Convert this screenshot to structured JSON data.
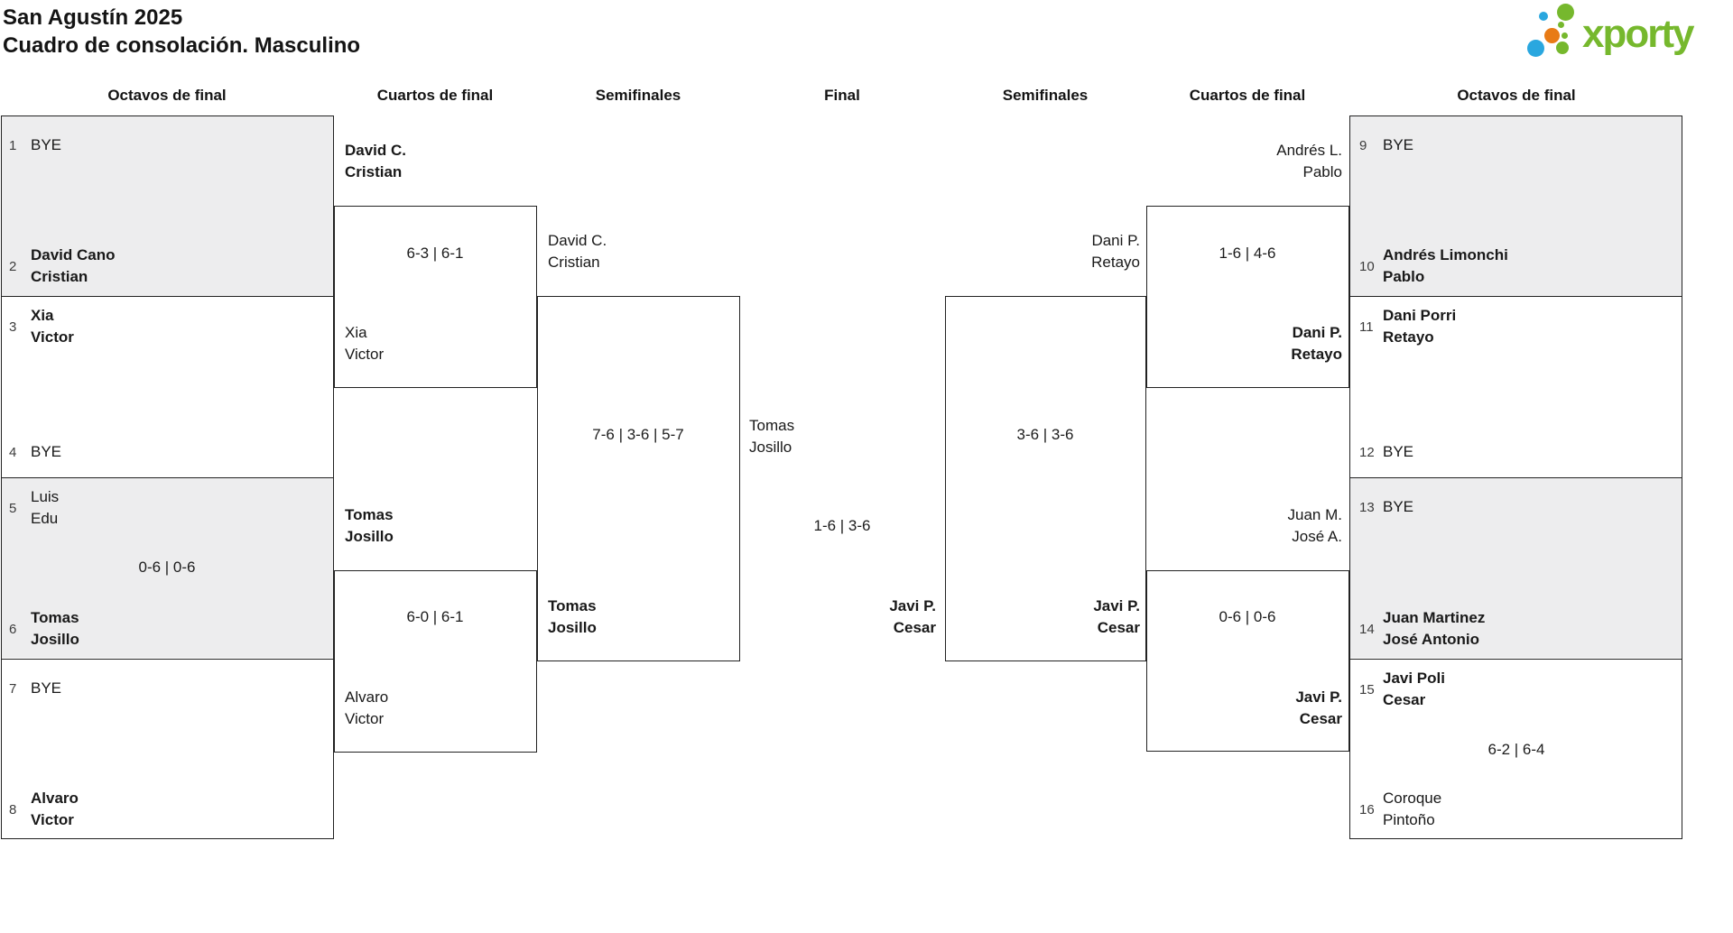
{
  "title": {
    "line1": "San Agustín 2025",
    "line2": "Cuadro de consolación. Masculino"
  },
  "logo": {
    "text": "xporty"
  },
  "colors": {
    "brand_green": "#76b82d",
    "brand_blue": "#2aa7df",
    "brand_orange": "#e87b16",
    "row_shade": "#ededee",
    "line": "#222222",
    "text": "#191919"
  },
  "columns": [
    "Octavos de final",
    "Cuartos de final",
    "Semifinales",
    "Final",
    "Semifinales",
    "Cuartos de final",
    "Octavos de final"
  ],
  "seeds": {
    "s1": {
      "num": "1",
      "n1": "BYE"
    },
    "s2": {
      "num": "2",
      "n1": "David Cano",
      "n2": "Cristian"
    },
    "s3": {
      "num": "3",
      "n1": "Xia",
      "n2": "Victor"
    },
    "s4": {
      "num": "4",
      "n1": "BYE"
    },
    "s5": {
      "num": "5",
      "n1": "Luis",
      "n2": "Edu"
    },
    "s6": {
      "num": "6",
      "n1": "Tomas",
      "n2": "Josillo"
    },
    "s7": {
      "num": "7",
      "n1": "BYE"
    },
    "s8": {
      "num": "8",
      "n1": "Alvaro",
      "n2": "Victor"
    },
    "s9": {
      "num": "9",
      "n1": "BYE"
    },
    "s10": {
      "num": "10",
      "n1": "Andrés Limonchi",
      "n2": "Pablo"
    },
    "s11": {
      "num": "11",
      "n1": "Dani Porri",
      "n2": "Retayo"
    },
    "s12": {
      "num": "12",
      "n1": "BYE"
    },
    "s13": {
      "num": "13",
      "n1": "BYE"
    },
    "s14": {
      "num": "14",
      "n1": "Juan Martinez",
      "n2": "José Antonio"
    },
    "s15": {
      "num": "15",
      "n1": "Javi Poli",
      "n2": "Cesar"
    },
    "s16": {
      "num": "16",
      "n1": "Coroque",
      "n2": "Pintoño"
    }
  },
  "entries": {
    "qf_l1_w": {
      "n1": "David C.",
      "n2": "Cristian"
    },
    "qf_l1_l": {
      "n1": "Xia",
      "n2": "Victor"
    },
    "qf_l2_w": {
      "n1": "Tomas",
      "n2": "Josillo"
    },
    "qf_l2_l": {
      "n1": "Alvaro",
      "n2": "Victor"
    },
    "sf_l_t1": {
      "n1": "David C.",
      "n2": "Cristian"
    },
    "sf_l_t2": {
      "n1": "Tomas",
      "n2": "Josillo"
    },
    "fin_t1": {
      "n1": "Tomas",
      "n2": "Josillo"
    },
    "fin_t2": {
      "n1": "Javi P.",
      "n2": "Cesar"
    },
    "sf_r_t1": {
      "n1": "Dani P.",
      "n2": "Retayo"
    },
    "sf_r_t2": {
      "n1": "Javi P.",
      "n2": "Cesar"
    },
    "qf_r1_t1": {
      "n1": "Andrés L.",
      "n2": "Pablo"
    },
    "qf_r1_t2": {
      "n1": "Dani P.",
      "n2": "Retayo"
    },
    "qf_r2_t1": {
      "n1": "Juan M.",
      "n2": "José A."
    },
    "qf_r2_t2": {
      "n1": "Javi P.",
      "n2": "Cesar"
    }
  },
  "scores": {
    "oct_l": "0-6 | 0-6",
    "oct_r": "6-2 | 6-4",
    "qf_l1": "6-3 | 6-1",
    "qf_l2": "6-0 | 6-1",
    "qf_r1": "1-6 | 4-6",
    "qf_r2": "0-6 | 0-6",
    "sf_l": "7-6 | 3-6 | 5-7",
    "sf_r": "3-6 | 3-6",
    "final": "1-6 | 3-6"
  }
}
